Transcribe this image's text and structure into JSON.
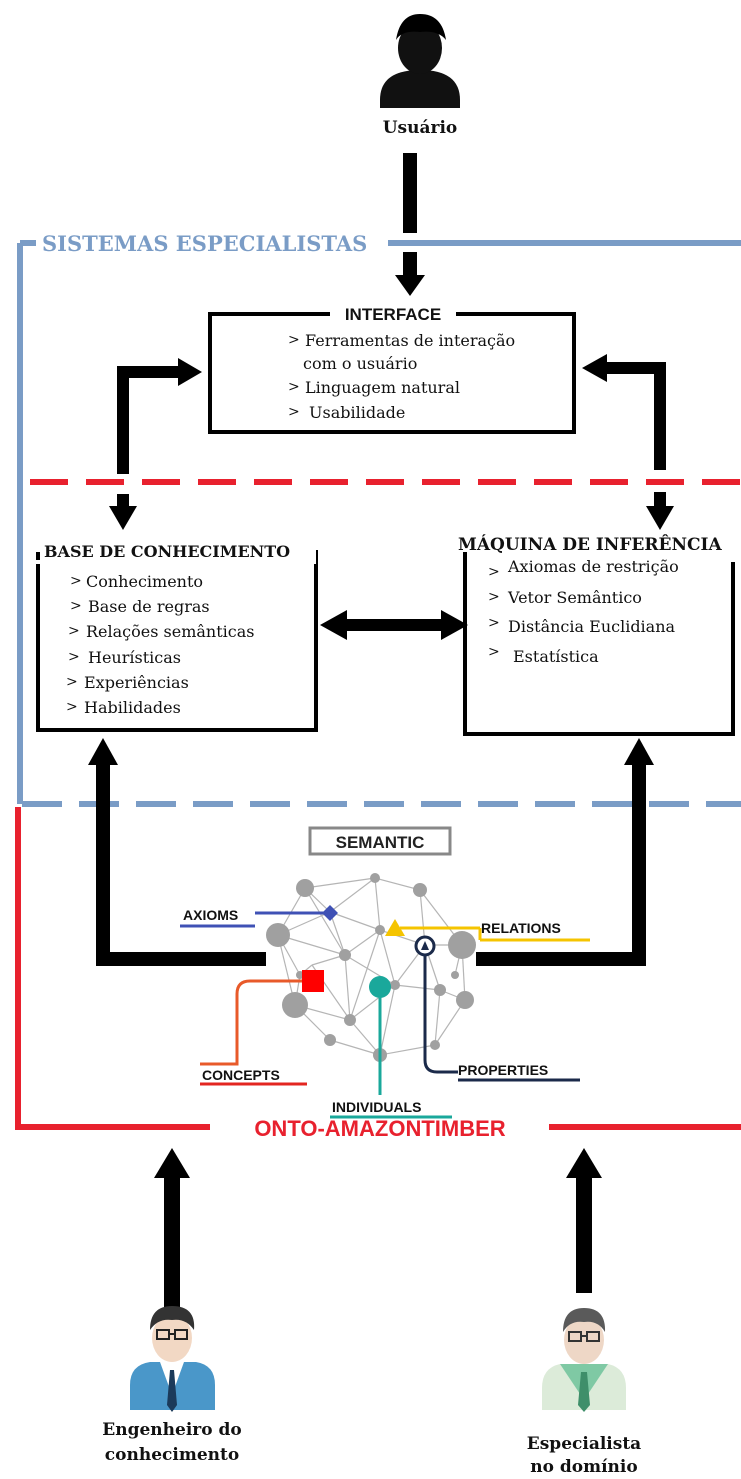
{
  "actors": {
    "user": {
      "label": "Usuário",
      "icon": "user-avatar-icon"
    },
    "knowledge_engineer": {
      "label_line1": "Engenheiro do",
      "label_line2": "conhecimento",
      "icon": "engineer-avatar-icon"
    },
    "domain_expert": {
      "label_line1": "Especialista",
      "label_line2": "no domínio",
      "icon": "expert-avatar-icon"
    }
  },
  "expert_systems": {
    "title": "SISTEMAS ESPECIALISTAS",
    "color": "#7a9cc6"
  },
  "interface": {
    "title": "INTERFACE",
    "items": [
      "Ferramentas de interação",
      "com o usuário",
      "Linguagem natural",
      "Usabilidade"
    ]
  },
  "knowledge_base": {
    "title": "BASE DE CONHECIMENTO",
    "items": [
      "Conhecimento",
      "Base de regras",
      "Relações semânticas",
      "Heurísticas",
      "Experiências",
      "Habilidades"
    ]
  },
  "inference_engine": {
    "title": "MÁQUINA DE INFERÊNCIA",
    "items": [
      "Axiomas de restrição",
      "Vetor Semântico",
      "Distância Euclidiana",
      "Estatística"
    ]
  },
  "bullet_marker": ">",
  "ontology": {
    "title": "ONTO-AMAZONTIMBER",
    "color": "#e8212e",
    "semantic_label": "SEMANTIC",
    "tags": {
      "axioms": {
        "label": "AXIOMS",
        "color": "#3f51b5"
      },
      "relations": {
        "label": "RELATIONS",
        "color": "#f5c400"
      },
      "concepts": {
        "label": "CONCEPTS",
        "color": "#e32620"
      },
      "individuals": {
        "label": "INDIVIDUALS",
        "color": "#1aa89b"
      },
      "properties": {
        "label": "PROPERTIES",
        "color": "#1b2a4a"
      }
    }
  },
  "divider_color": "#e8212e"
}
